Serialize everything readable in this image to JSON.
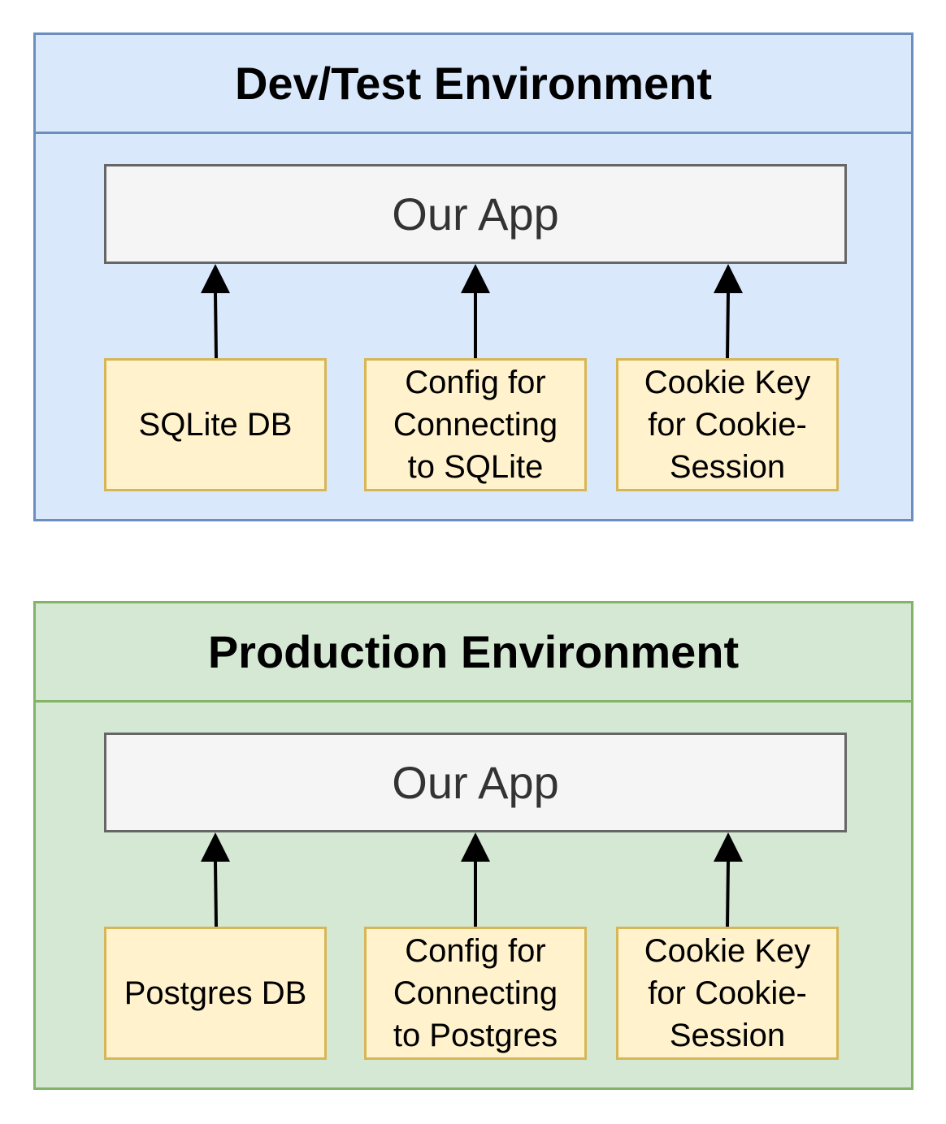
{
  "environments": [
    {
      "title": "Dev/Test Environment",
      "app_label": "Our App",
      "components": [
        {
          "label": "SQLite DB"
        },
        {
          "label": "Config for\nConnecting\nto SQLite"
        },
        {
          "label": "Cookie Key\nfor Cookie-\nSession"
        }
      ],
      "colors": {
        "fill": "#dae8fc",
        "stroke": "#6c8ebf"
      }
    },
    {
      "title": "Production Environment",
      "app_label": "Our App",
      "components": [
        {
          "label": "Postgres DB"
        },
        {
          "label": "Config for\nConnecting\nto Postgres"
        },
        {
          "label": "Cookie Key\nfor Cookie-\nSession"
        }
      ],
      "colors": {
        "fill": "#d5e8d4",
        "stroke": "#82b366"
      }
    }
  ],
  "component_colors": {
    "fill": "#fff2cc",
    "stroke": "#d6b656"
  },
  "app_colors": {
    "fill": "#f5f5f5",
    "stroke": "#666666"
  }
}
